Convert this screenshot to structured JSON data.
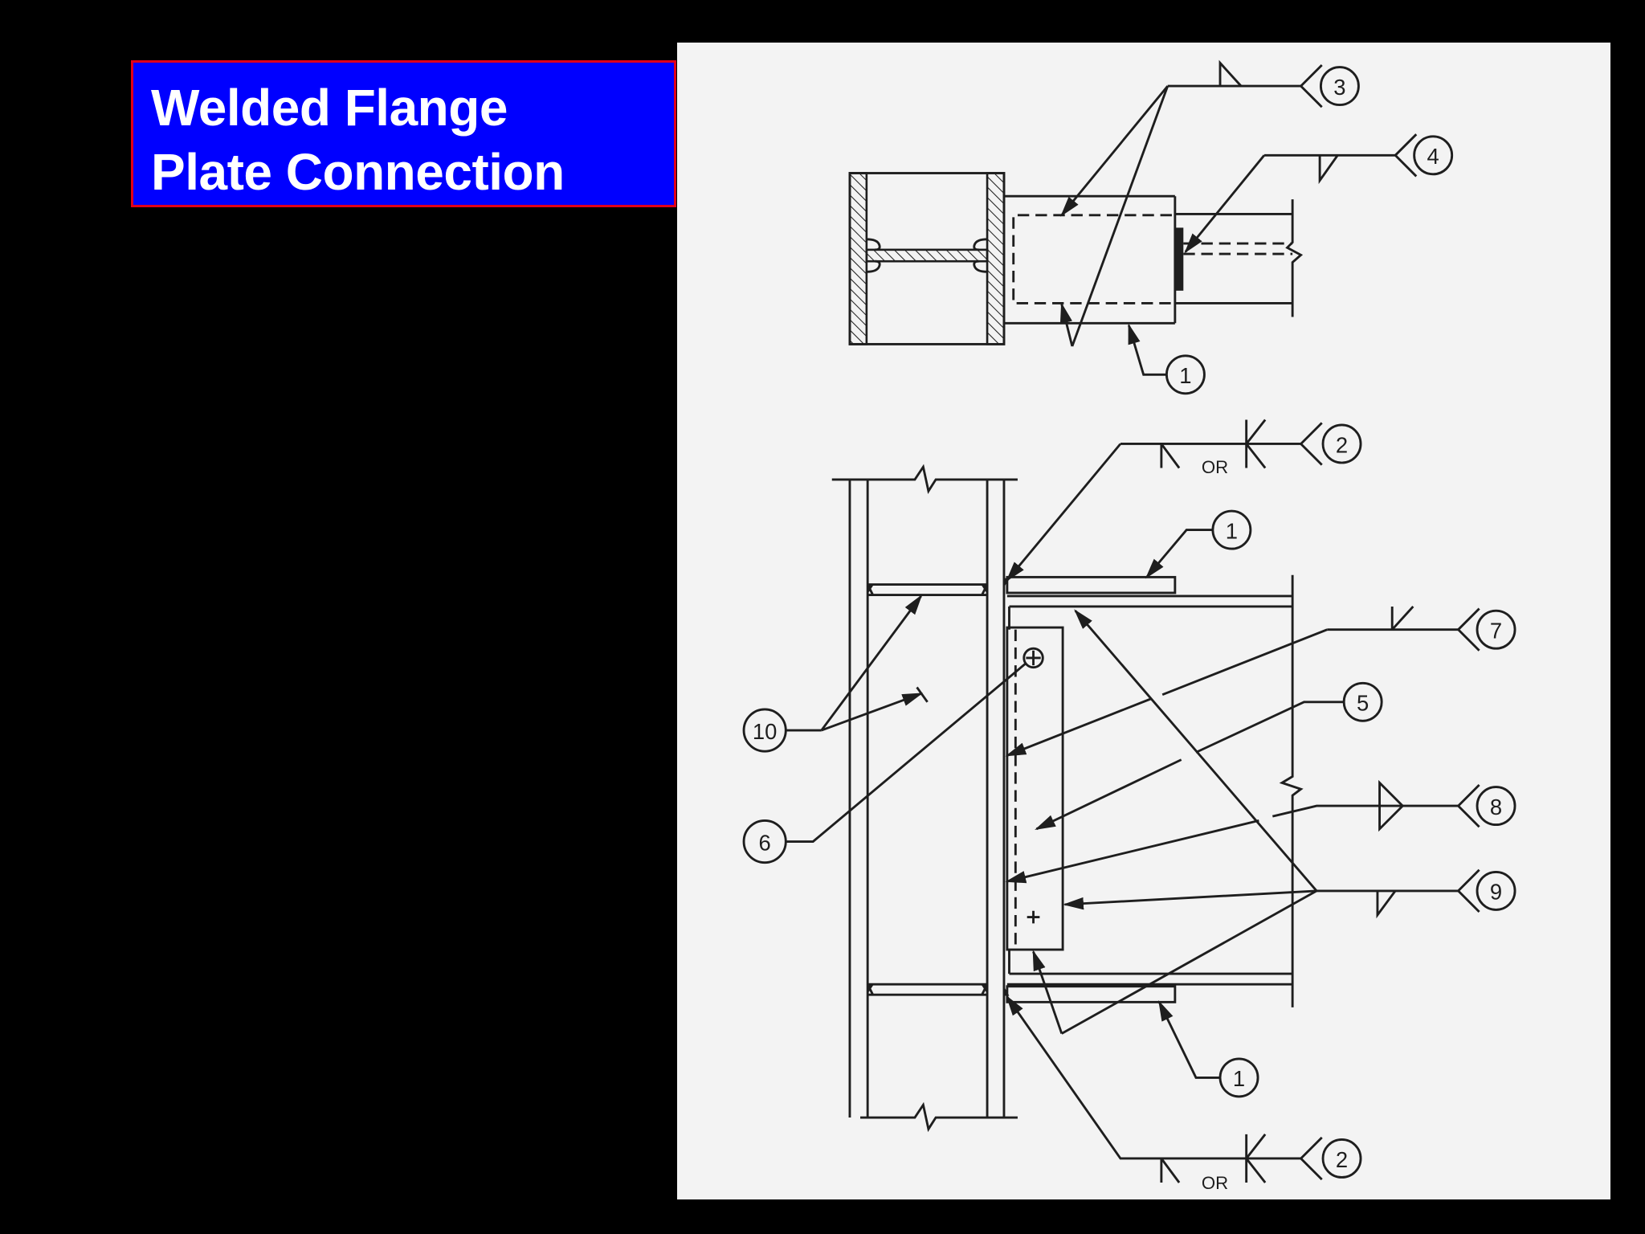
{
  "title": {
    "line1": "Welded Flange",
    "line2": "Plate Connection",
    "background_color": "#0000FF",
    "border_color": "#E0001A",
    "text_color": "#FFFFFF"
  },
  "drawing": {
    "paper_color": "#F3F3F3",
    "line_color": "#1E1E1E",
    "plan_view": {
      "callouts": [
        {
          "id": "plan-callout-3",
          "label": "3",
          "weld_symbol": "fillet-weld-arrow-side"
        },
        {
          "id": "plan-callout-4",
          "label": "4",
          "weld_symbol": "fillet-weld-other-side"
        },
        {
          "id": "plan-callout-1",
          "label": "1"
        }
      ]
    },
    "elevation_view": {
      "callouts": [
        {
          "id": "elev-callout-2-top",
          "label": "2",
          "weld_symbol": "bevel-or-double-bevel",
          "or_text": "OR"
        },
        {
          "id": "elev-callout-1-top",
          "label": "1"
        },
        {
          "id": "elev-callout-7",
          "label": "7",
          "weld_symbol": "bevel-weld"
        },
        {
          "id": "elev-callout-5",
          "label": "5"
        },
        {
          "id": "elev-callout-8",
          "label": "8",
          "weld_symbol": "double-fillet"
        },
        {
          "id": "elev-callout-9",
          "label": "9",
          "weld_symbol": "fillet-weld-other-side"
        },
        {
          "id": "elev-callout-10",
          "label": "10"
        },
        {
          "id": "elev-callout-6",
          "label": "6"
        },
        {
          "id": "elev-callout-1-bottom",
          "label": "1"
        },
        {
          "id": "elev-callout-2-bottom",
          "label": "2",
          "weld_symbol": "bevel-or-double-bevel",
          "or_text": "OR"
        }
      ]
    }
  }
}
